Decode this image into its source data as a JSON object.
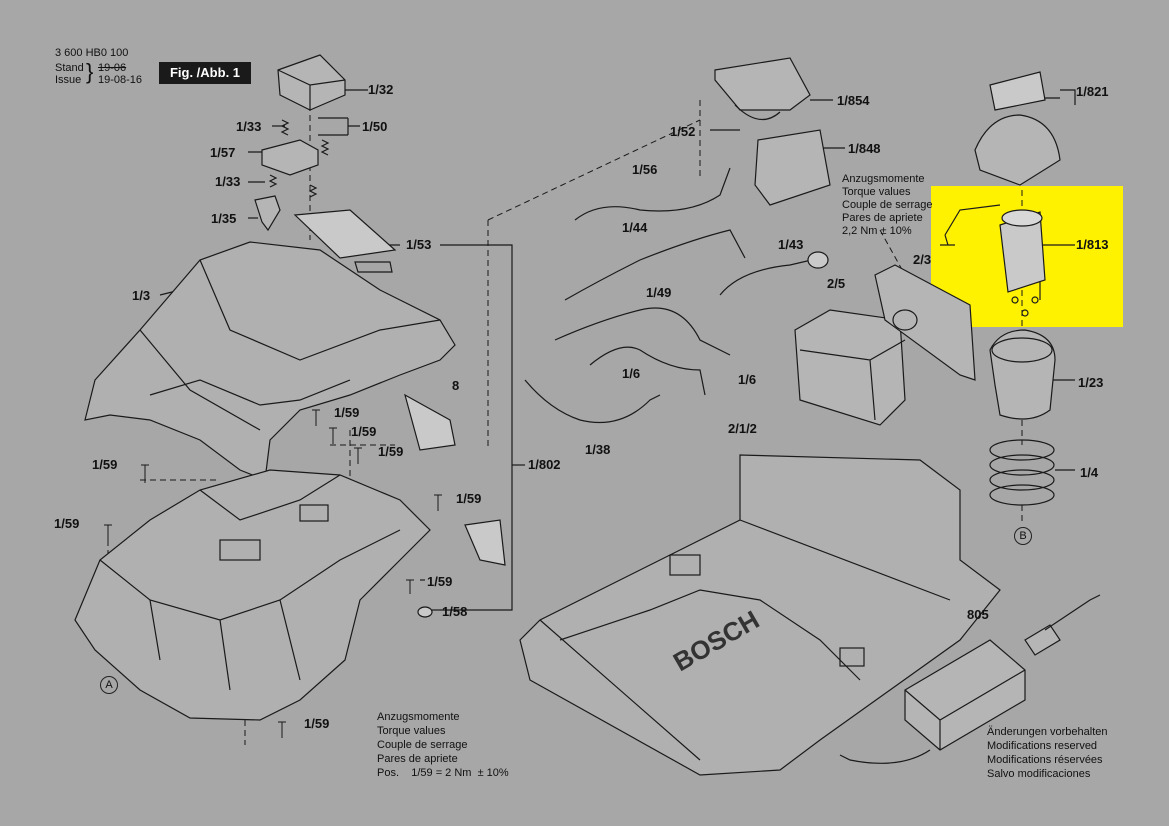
{
  "header": {
    "doc_number": "3 600 HB0 100",
    "stand_label": "Stand",
    "issue_label": "Issue",
    "stand_value": "19-06",
    "issue_value": "19-08-16",
    "fig_label": "Fig. /Abb. 1"
  },
  "highlight_color": "#fff200",
  "torque_top": [
    "Anzugsmomente",
    "Torque values",
    "Couple de serrage",
    "Pares de apriete",
    "2,2 Nm ± 10%"
  ],
  "torque_bottom": [
    "Anzugsmomente",
    "Torque values",
    "Couple de serrage",
    "Pares de apriete",
    "Pos.    1/59 = 2 Nm  ± 10%"
  ],
  "modifications": [
    "Änderungen vorbehalten",
    "Modifications reserved",
    "Modifications réservées",
    "Salvo modificaciones"
  ],
  "circles": {
    "a": "A",
    "b": "B"
  },
  "parts": {
    "p1_32": "1/32",
    "p1_33a": "1/33",
    "p1_50": "1/50",
    "p1_57": "1/57",
    "p1_33b": "1/33",
    "p1_35": "1/35",
    "p1_53": "1/53",
    "p1_3": "1/3",
    "p1_854": "1/854",
    "p1_52": "1/52",
    "p1_848": "1/848",
    "p1_56": "1/56",
    "p1_44": "1/44",
    "p1_43": "1/43",
    "p1_49": "1/49",
    "p1_6a": "1/6",
    "p1_6b": "1/6",
    "p1_38": "1/38",
    "p8": "8",
    "p1_59a": "1/59",
    "p1_59b": "1/59",
    "p1_59c": "1/59",
    "p1_59d": "1/59",
    "p1_59e": "1/59",
    "p1_59f": "1/59",
    "p1_59g": "1/59",
    "p1_59h": "1/59",
    "p1_802": "1/802",
    "p1_58": "1/58",
    "p2_1_2": "2/1/2",
    "p2_5": "2/5",
    "p2_3": "2/3",
    "p1_821": "1/821",
    "p1_813": "1/813",
    "p1_23": "1/23",
    "p1_4": "1/4",
    "p805": "805"
  }
}
